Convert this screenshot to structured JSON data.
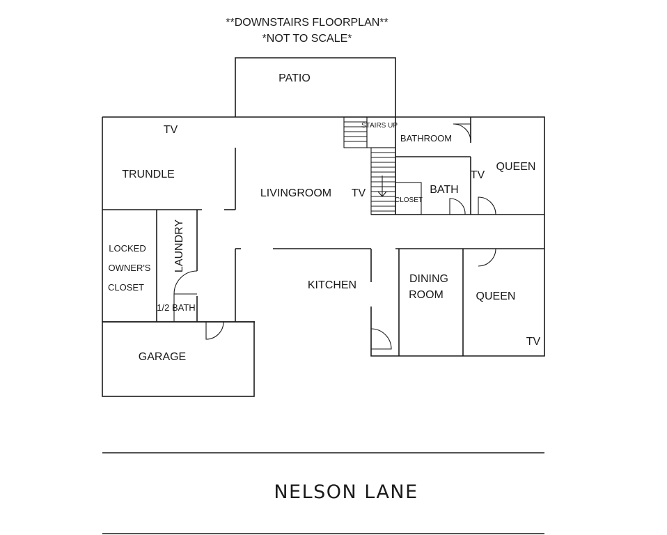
{
  "title": {
    "line1": "**DOWNSTAIRS FLOORPLAN**",
    "line2": "*NOT TO SCALE*"
  },
  "rooms": {
    "patio": "PATIO",
    "tv_top": "TV",
    "trundle": "TRUNDLE",
    "livingroom": "LIVINGROOM",
    "tv_living": "TV",
    "stairs": "STAIRS UP",
    "bathroom": "BATHROOM",
    "tv_queen_top": "TV",
    "queen_top": "QUEEN",
    "bath": "BATH",
    "closet": "CLOSET",
    "locked_line1": "LOCKED",
    "locked_line2": "OWNER'S",
    "locked_line3": "CLOSET",
    "laundry": "LAUNDRY",
    "half_bath": "1/2 BATH",
    "kitchen": "KITCHEN",
    "dining_line1": "DINING",
    "dining_line2": "ROOM",
    "queen_bottom": "QUEEN",
    "tv_queen_bottom": "TV",
    "garage": "GARAGE"
  },
  "street": "NELSON LANE"
}
